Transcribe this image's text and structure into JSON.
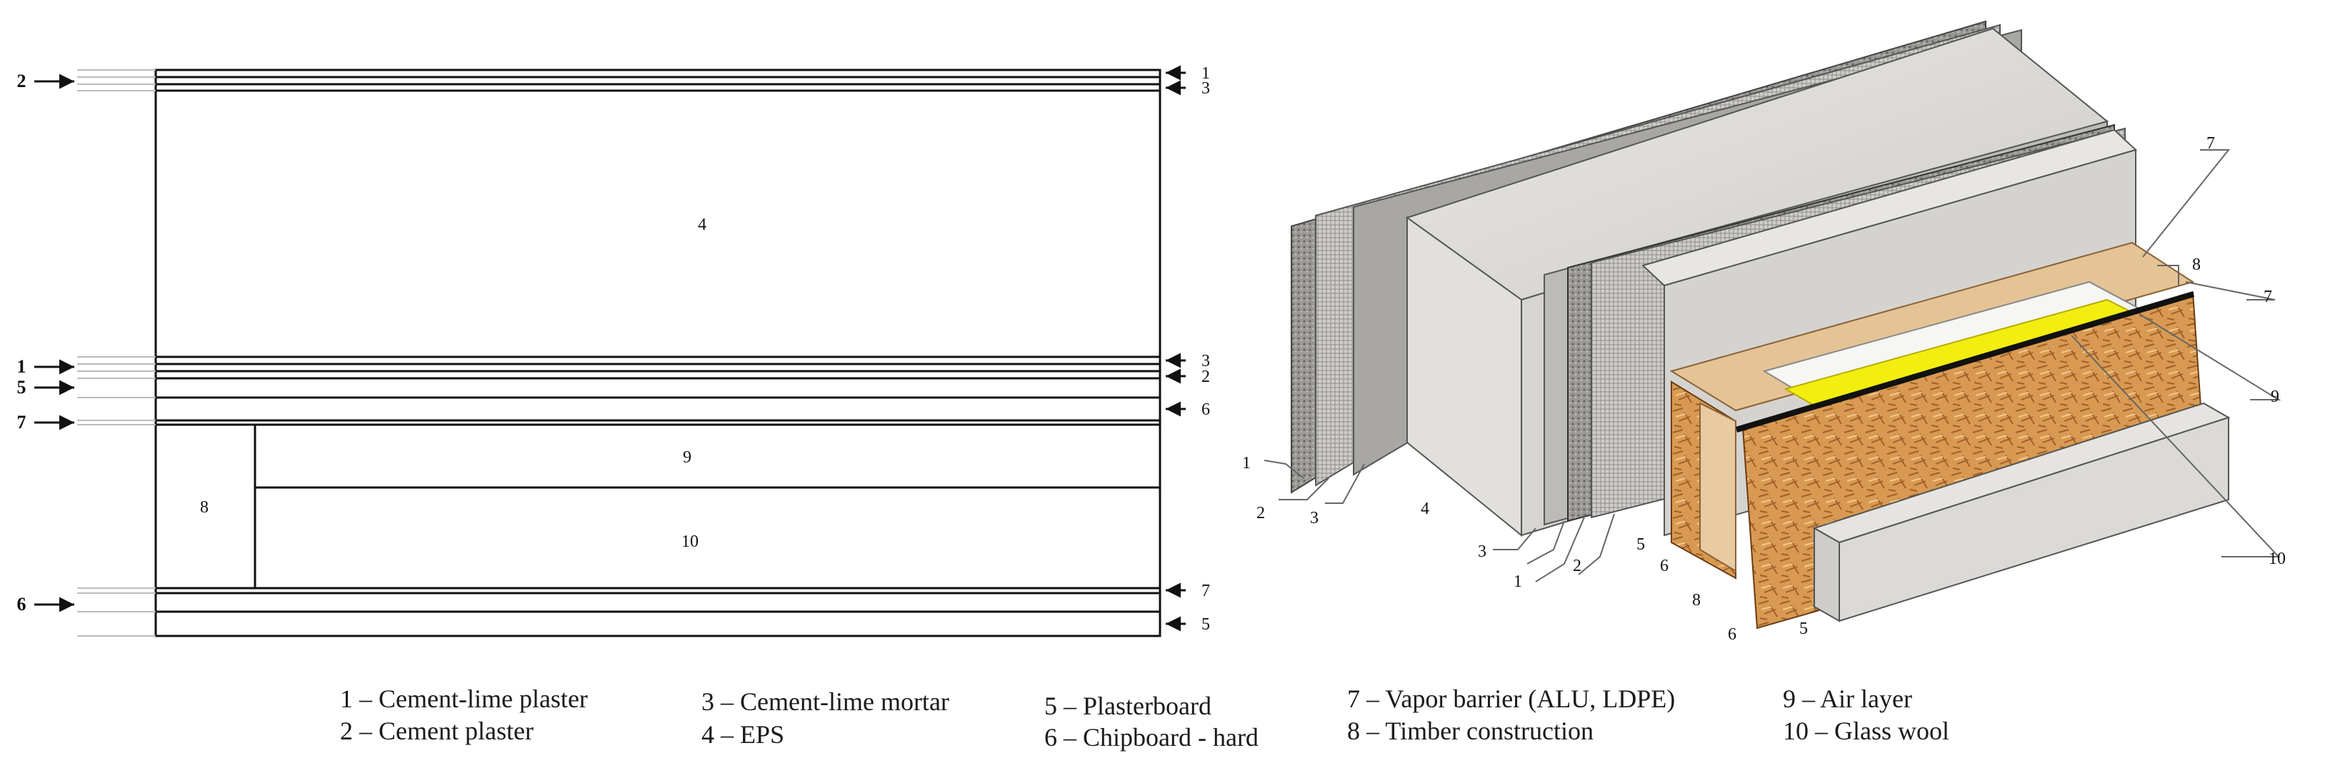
{
  "section": {
    "layer_labels": {
      "l4": "4",
      "l9": "9",
      "l10": "10",
      "l8": "8"
    },
    "left_markers": [
      "2",
      "1",
      "5",
      "7",
      "6"
    ],
    "right_markers": [
      "1",
      "3",
      "3",
      "2",
      "6",
      "7",
      "5"
    ]
  },
  "isometric": {
    "bottom_labels": [
      "1",
      "2",
      "3",
      "4",
      "3",
      "1",
      "2",
      "5",
      "6",
      "8",
      "6",
      "5"
    ],
    "right_labels": [
      "7",
      "8",
      "7",
      "9",
      "10"
    ]
  },
  "legend": {
    "items": [
      "1 – Cement-lime plaster",
      "2 – Cement plaster",
      "3 – Cement-lime mortar",
      "4 – EPS",
      "5 – Plasterboard",
      "6 – Chipboard - hard",
      "7 – Vapor barrier (ALU, LDPE)",
      "8 – Timber construction",
      "9 –  Air layer",
      "10 – Glass wool"
    ]
  },
  "colors": {
    "line": "#111111",
    "plaster_light": "#dcdad6",
    "plaster_dark": "#8d8b87",
    "osb": "#d69a55",
    "timber": "#e2bf8f",
    "glass_wool": "#f2ee10",
    "air": "#f6f6f4"
  }
}
